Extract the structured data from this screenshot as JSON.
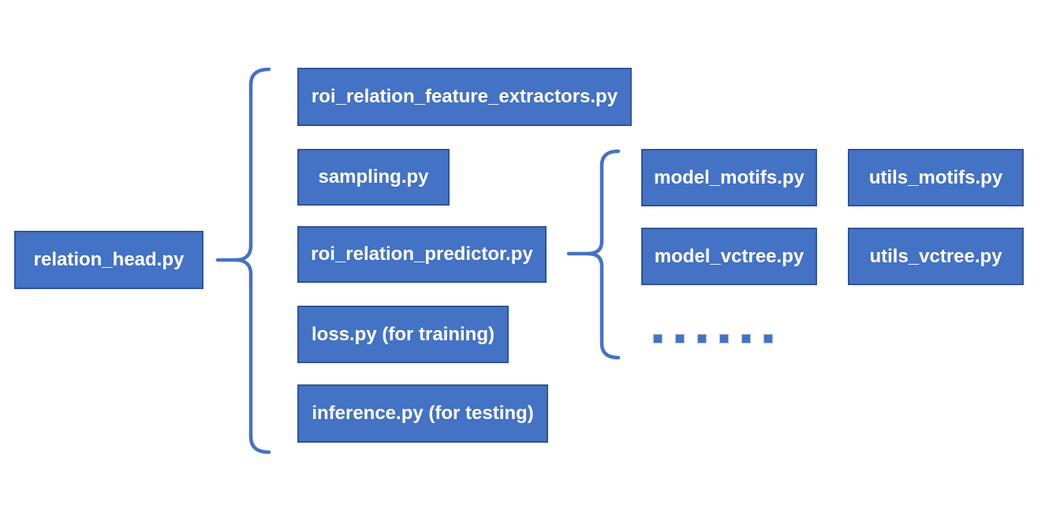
{
  "colors": {
    "box_fill": "#4472C4",
    "box_border": "#2F5597",
    "box_text": "#FFFFFF",
    "brace": "#4472C4",
    "background": "#FFFFFF"
  },
  "root": {
    "label": "relation_head.py"
  },
  "children": [
    {
      "label": "roi_relation_feature_extractors.py"
    },
    {
      "label": "sampling.py"
    },
    {
      "label": "roi_relation_predictor.py"
    },
    {
      "label": "loss.py (for training)"
    },
    {
      "label": "inference.py (for testing)"
    }
  ],
  "predictor_children": [
    {
      "label": "model_motifs.py"
    },
    {
      "label": "utils_motifs.py"
    },
    {
      "label": "model_vctree.py"
    },
    {
      "label": "utils_vctree.py"
    }
  ],
  "ellipsis_dot_count": 6
}
